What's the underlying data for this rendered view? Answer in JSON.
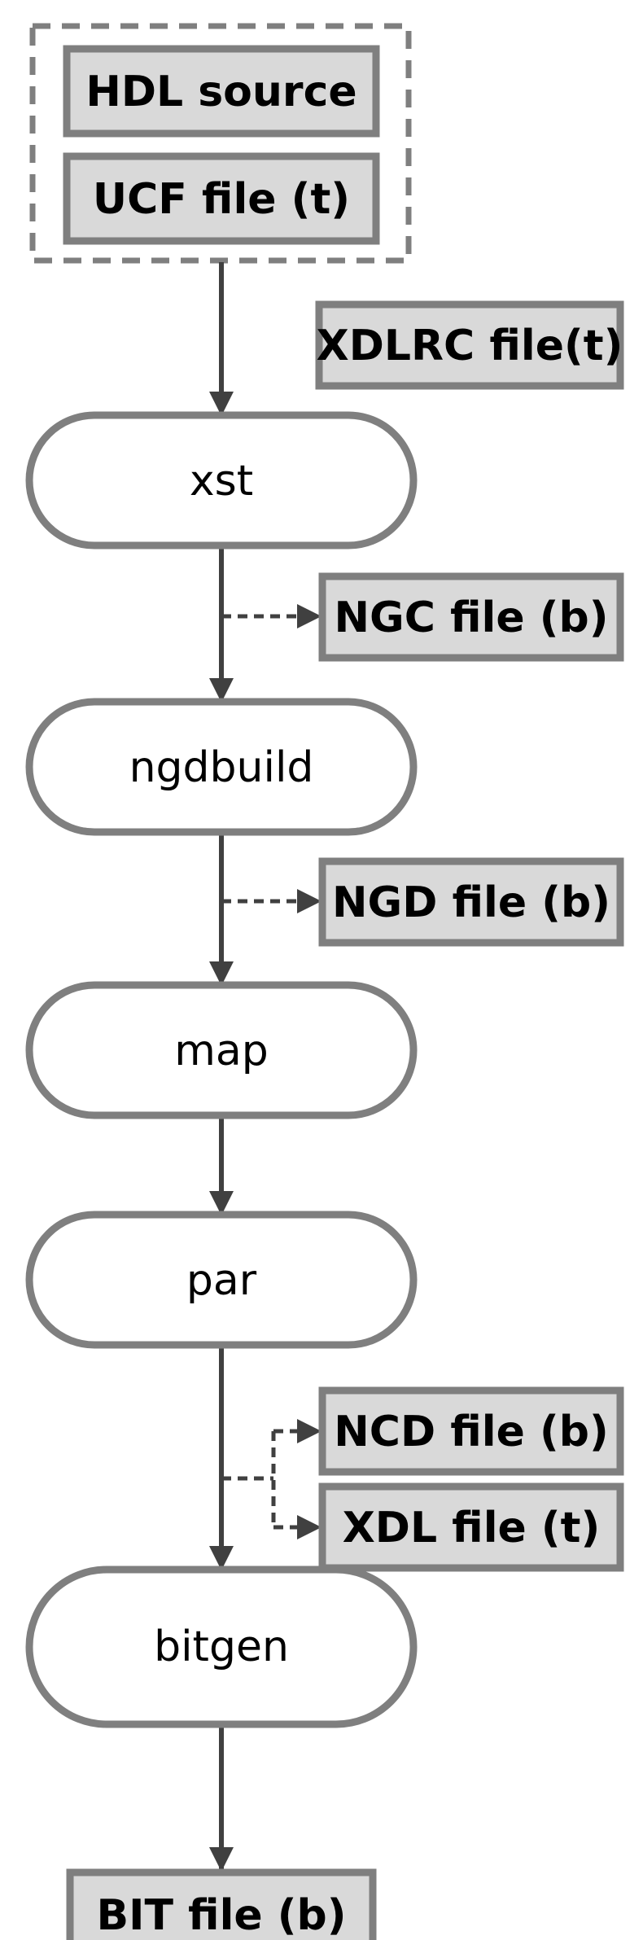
{
  "flow": {
    "inputs": {
      "hdl_source": "HDL source",
      "ucf_file": "UCF file (t)"
    },
    "side_input": {
      "xdlrc_file": "XDLRC file(t)"
    },
    "steps": {
      "xst": "xst",
      "ngdbuild": "ngdbuild",
      "map": "map",
      "par": "par",
      "bitgen": "bitgen"
    },
    "outputs": {
      "ngc_file": "NGC file (b)",
      "ngd_file": "NGD file (b)",
      "ncd_file": "NCD file (b)",
      "xdl_file": "XDL file (t)",
      "bit_file": "BIT file (b)"
    }
  },
  "colors": {
    "box_fill": "#d9d9d9",
    "box_stroke": "#7f7f7f",
    "arrow": "#404040",
    "step_fill": "#ffffff"
  }
}
